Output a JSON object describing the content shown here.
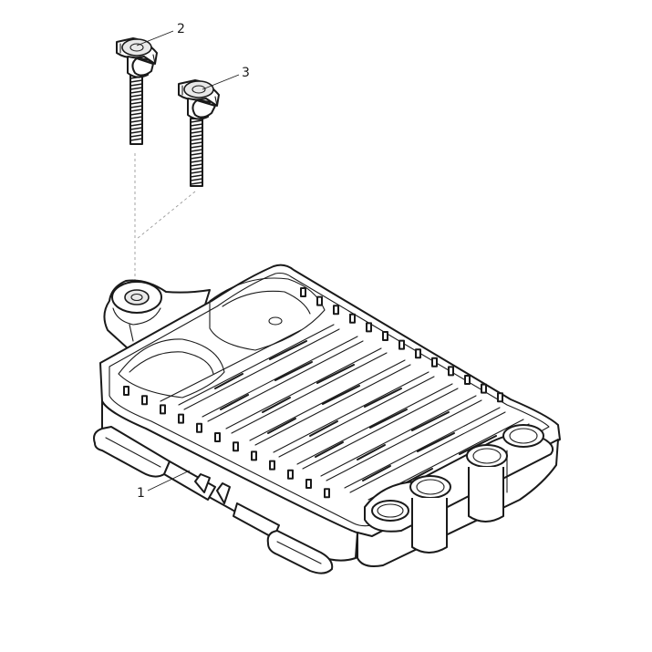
{
  "callouts": [
    {
      "id": "1",
      "label": "1"
    },
    {
      "id": "2",
      "label": "2"
    },
    {
      "id": "3",
      "label": "3"
    }
  ],
  "parts": {
    "part_1": "tray",
    "part_2": "thumb-screw",
    "part_3": "thumb-screw"
  }
}
